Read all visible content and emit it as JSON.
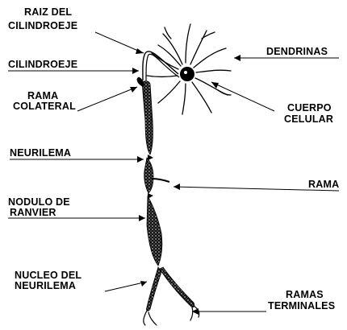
{
  "labels": {
    "raiz_line1": "RAIZ DEL",
    "raiz_line2": "CILINDROEJE",
    "cilindroeje": "CILINDROEJE",
    "rama_col_line1": "RAMA",
    "rama_col_line2": "COLATERAL",
    "neurilema": "NEURILEMA",
    "nodulo_line1": "NODULO DE",
    "nodulo_line2": "RANVIER",
    "nucleo_line1": "NUCLEO DEL",
    "nucleo_line2": "NEURILEMA",
    "dendrinas": "DENDRINAS",
    "cuerpo_line1": "CUERPO",
    "cuerpo_line2": "CELULAR",
    "rama": "RAMA",
    "ramas_term_line1": "RAMAS",
    "ramas_term_line2": "TERMINALES"
  }
}
